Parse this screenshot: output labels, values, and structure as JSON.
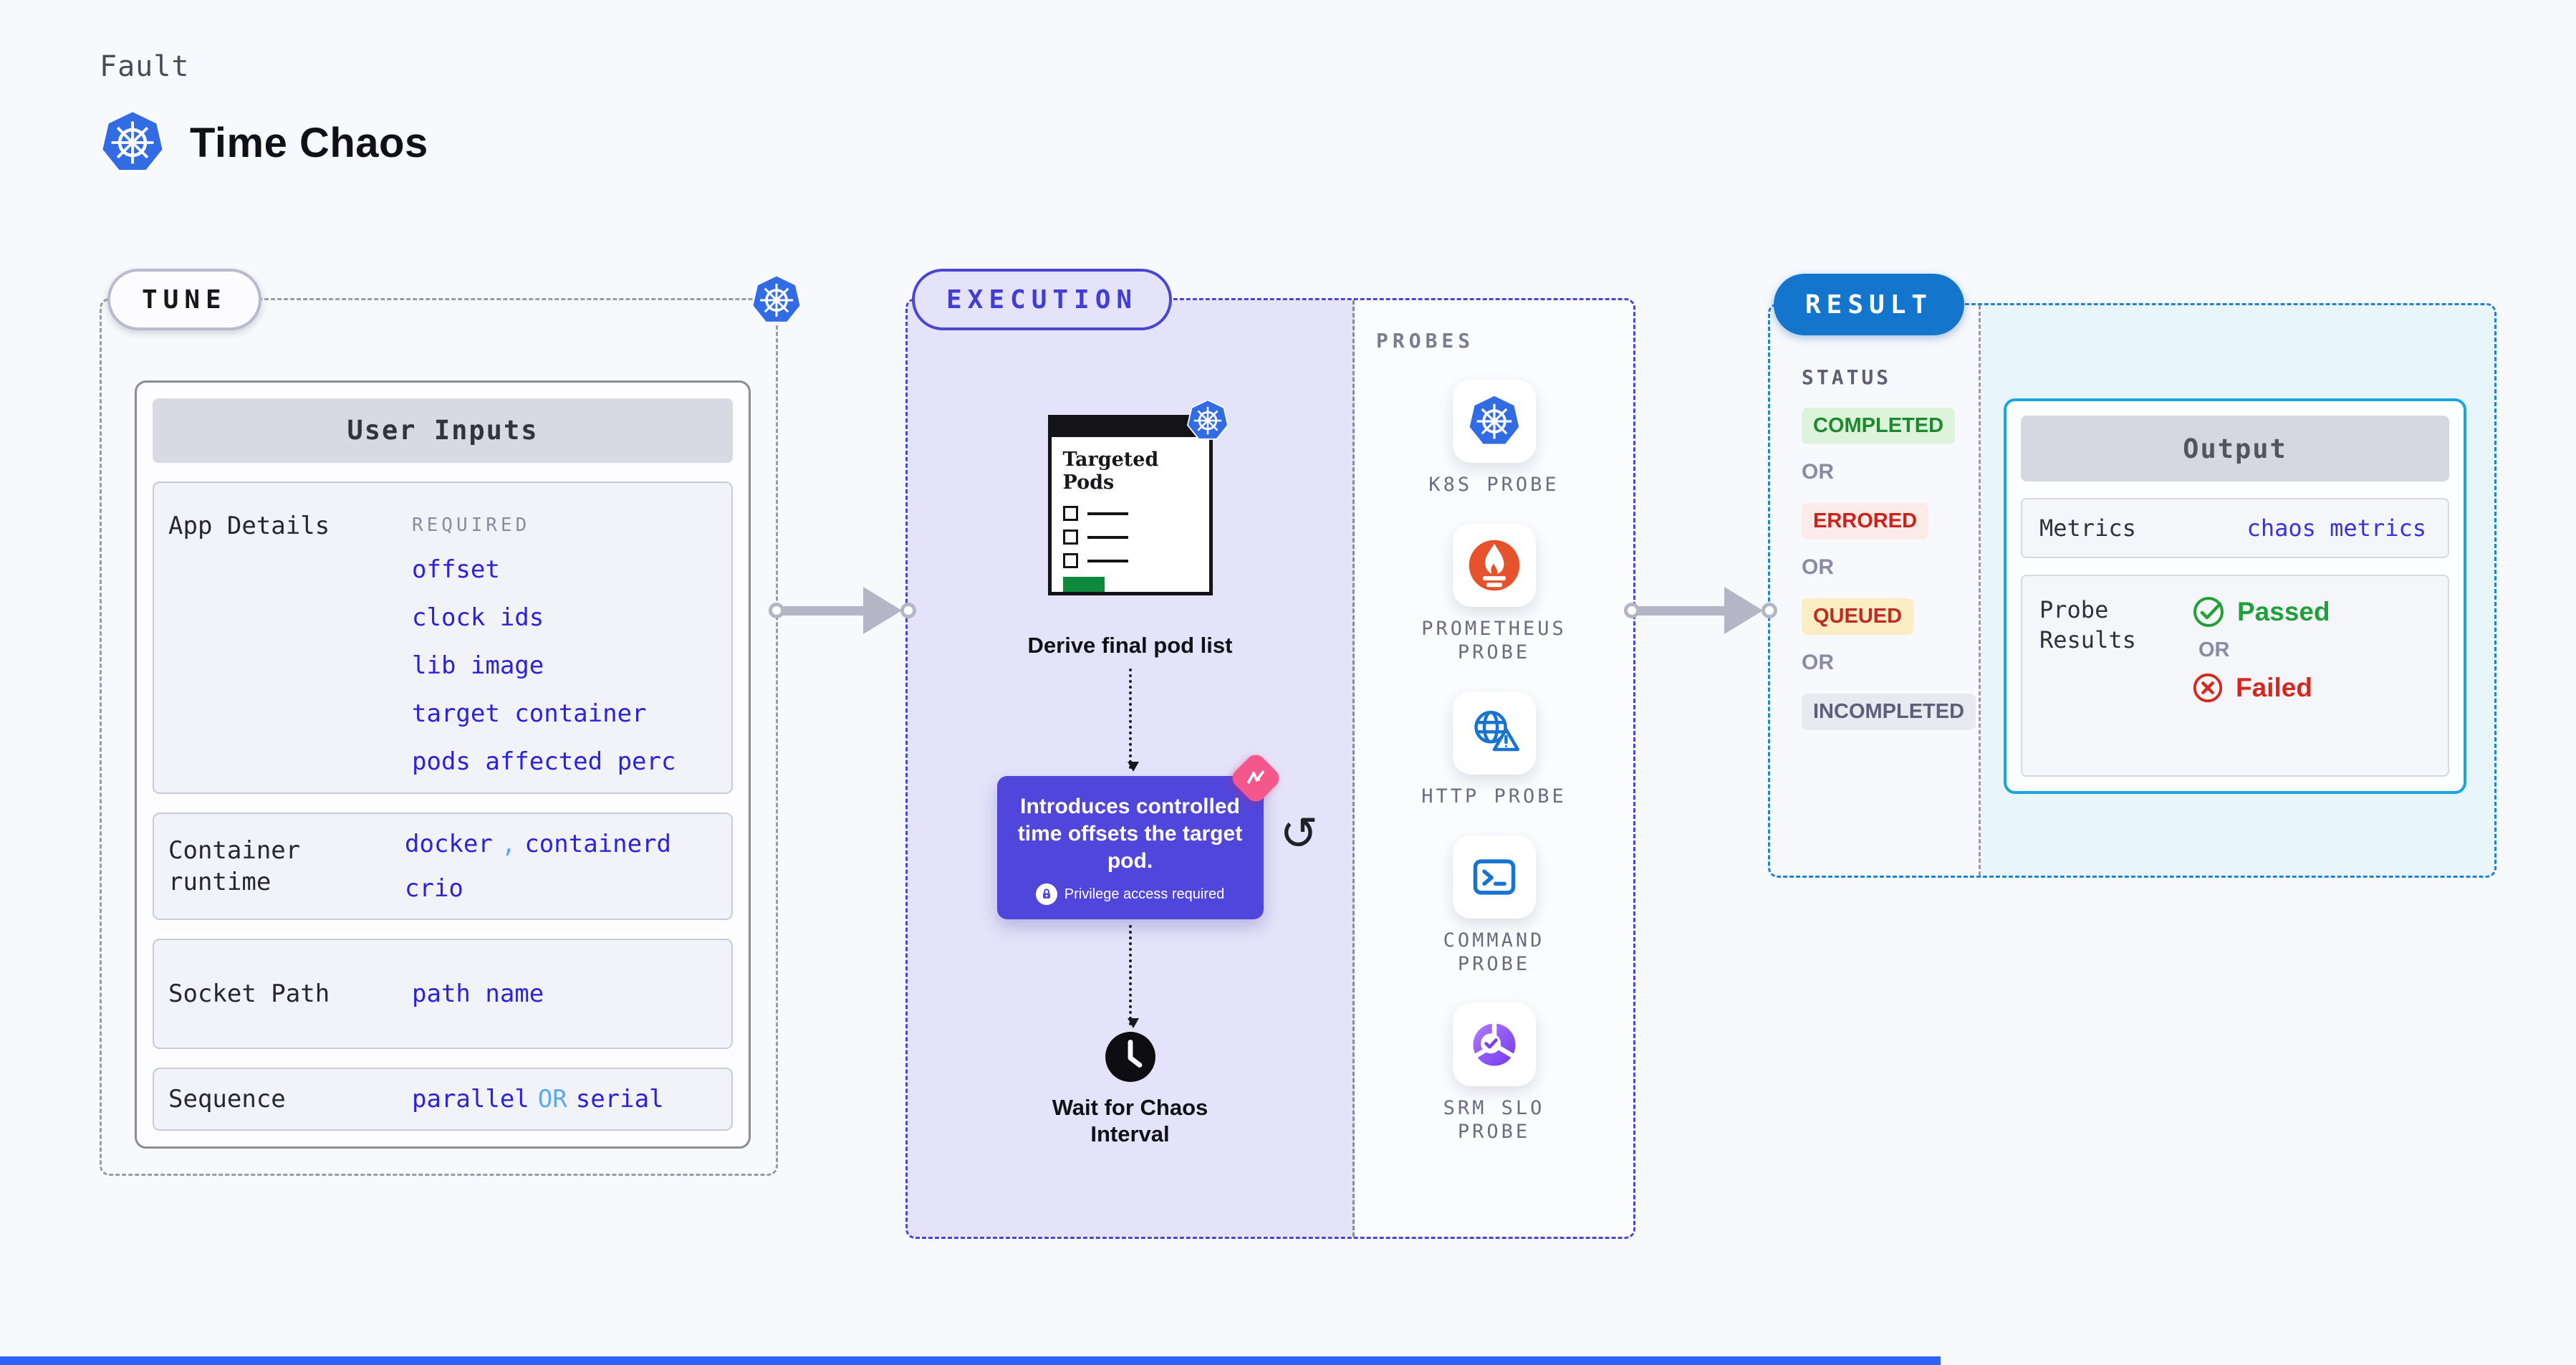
{
  "header": {
    "kicker": "Fault",
    "title": "Time Chaos"
  },
  "tune": {
    "badge": "TUNE",
    "user_inputs_title": "User Inputs",
    "app_details": {
      "label": "App Details",
      "required_note": "REQUIRED",
      "links": [
        "offset",
        "clock ids",
        "lib image",
        "target container",
        "pods affected perc"
      ]
    },
    "container_runtime": {
      "label": "Container runtime",
      "value1": "docker",
      "separator": ",",
      "value2": "containerd",
      "value3": "crio"
    },
    "socket_path": {
      "label": "Socket Path",
      "value": "path name"
    },
    "sequence": {
      "label": "Sequence",
      "value1": "parallel",
      "or": "OR",
      "value2": "serial"
    }
  },
  "execution": {
    "badge": "EXECUTION",
    "targeted_pods_title": "Targeted Pods",
    "derive_caption": "Derive final pod list",
    "note_text": "Introduces controlled time offsets the target pod.",
    "privilege_note": "Privilege access required",
    "wait_caption": "Wait for Chaos Interval"
  },
  "probes": {
    "title": "PROBES",
    "items": [
      {
        "name": "K8S PROBE",
        "icon": "kubernetes-icon"
      },
      {
        "name": "PROMETHEUS PROBE",
        "icon": "prometheus-icon"
      },
      {
        "name": "HTTP PROBE",
        "icon": "http-globe-warning-icon"
      },
      {
        "name": "COMMAND PROBE",
        "icon": "terminal-icon"
      },
      {
        "name": "SRM SLO PROBE",
        "icon": "slo-donut-check-icon"
      }
    ]
  },
  "result": {
    "badge": "RESULT",
    "status_title": "STATUS",
    "or": "OR",
    "statuses": [
      {
        "label": "COMPLETED",
        "fg": "#1c8a2c",
        "bg": "#def3dc"
      },
      {
        "label": "ERRORED",
        "fg": "#c9231a",
        "bg": "#fcebe9"
      },
      {
        "label": "QUEUED",
        "fg": "#c02a21",
        "bg": "#fbeec4"
      },
      {
        "label": "INCOMPLETED",
        "fg": "#5e5e78",
        "bg": "#e9e9f2"
      }
    ],
    "output": {
      "title": "Output",
      "metrics_label": "Metrics",
      "metrics_value": "chaos metrics",
      "probe_results_label": "Probe Results",
      "passed": "Passed",
      "or": "OR",
      "failed": "Failed"
    }
  },
  "colors": {
    "accent_indigo": "#4a45d2",
    "execution_fill": "#e5e3f9",
    "note_purple": "#5146db",
    "k8s_blue": "#326ce5",
    "link_blue": "#2b22d9",
    "link_light_blue": "#5aa7f7",
    "result_badge_blue": "#1376cc",
    "result_dash_blue": "#1d83d4",
    "output_border_cyan": "#1aa5e0",
    "output_fill_cyan": "#e8f5fb",
    "probe_icon_blue": "#1774d1",
    "prometheus_orange": "#e6522c",
    "pink_chaos": "#f4578c",
    "passed_green": "#1fa03a",
    "failed_red": "#d7261d",
    "green_block": "#0f8a3c",
    "arrow_gray": "#b4b6c6",
    "bottom_bar_blue": "#2e63f9"
  }
}
